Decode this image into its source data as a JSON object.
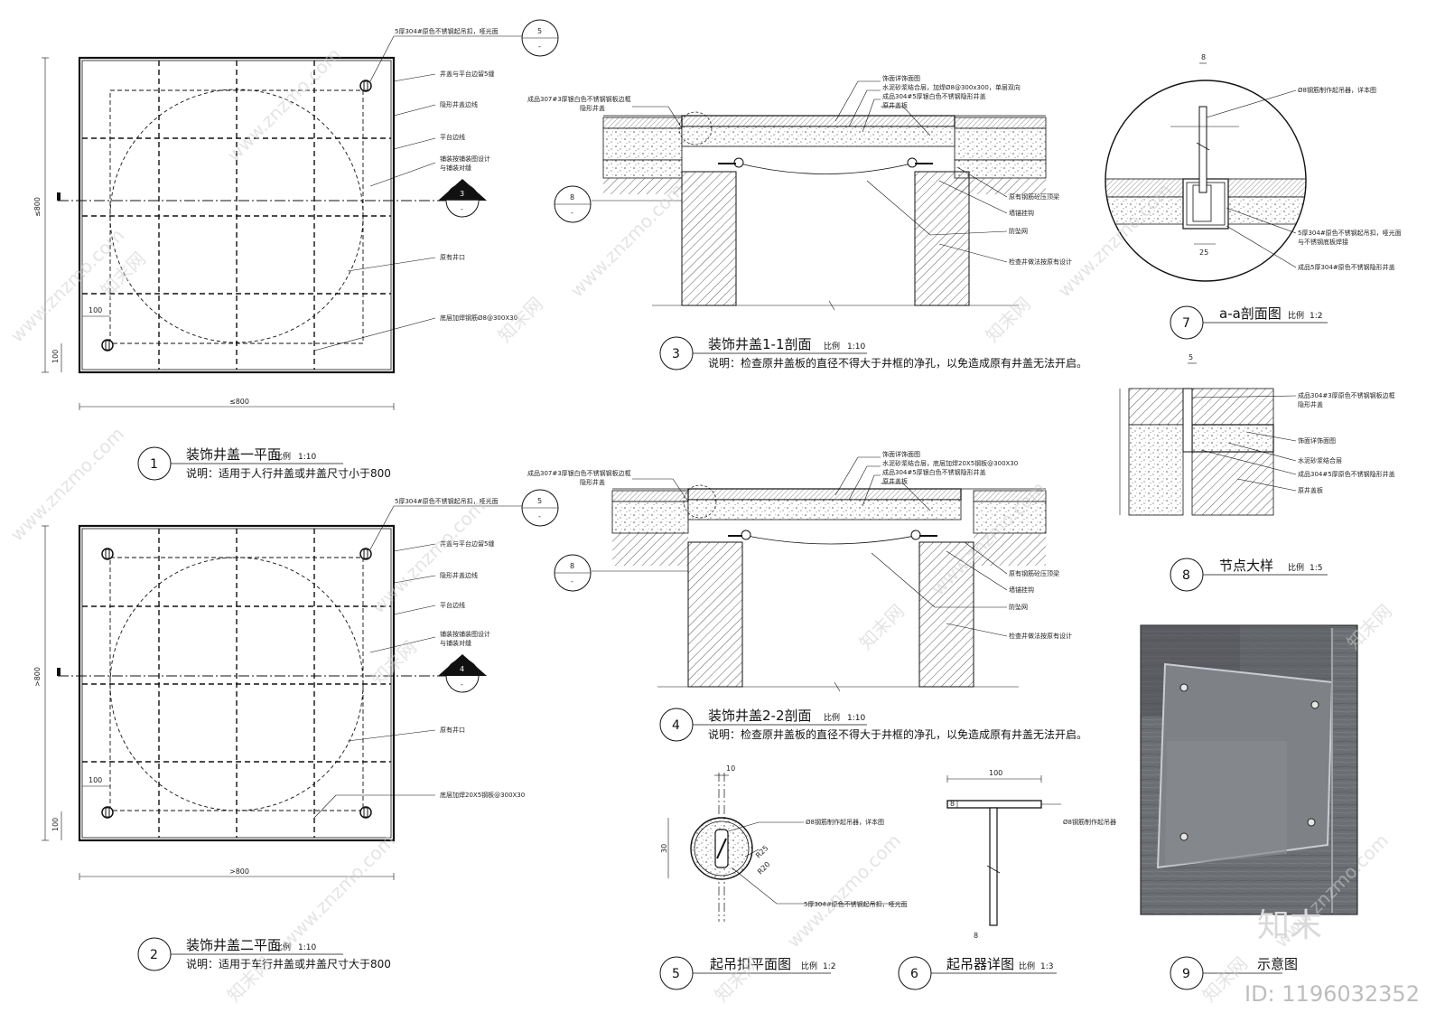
{
  "plan1": {
    "title": "装饰井盖一平面",
    "scale_label": "比例",
    "scale": "1:10",
    "note": "说明：适用于人行井盖或井盖尺寸小于800",
    "number": "1",
    "annotations": [
      "5厚304#原色不锈钢起吊扣，哑光面",
      "井盖与平台边留5缝",
      "隐形井盖边线",
      "平台边线",
      "铺装按铺装图设计",
      "与铺装对缝",
      "原有井口",
      "底层加焊钢筋Ø8@300X30"
    ],
    "dims": {
      "left": "≤800",
      "bottom": "≤800",
      "offset_x": "100",
      "offset_y": "100"
    },
    "callout_top": {
      "num": "5",
      "sub": "-"
    },
    "callout_side": {
      "num": "3",
      "sub": "-"
    }
  },
  "plan2": {
    "title": "装饰井盖二平面",
    "scale_label": "比例",
    "scale": "1:10",
    "note": "说明：适用于车行井盖或井盖尺寸大于800",
    "number": "2",
    "annotations": [
      "5厚304#原色不锈钢起吊扣，哑光面",
      "井盖与平台边留5缝",
      "隐形井盖边线",
      "平台边线",
      "铺装按铺装图设计",
      "与铺装对缝",
      "原有井口",
      "底层加焊20X5钢板@300X30"
    ],
    "dims": {
      "left": ">800",
      "bottom": ">800",
      "offset_x": "100",
      "offset_y": "100"
    },
    "callout_top": {
      "num": "5",
      "sub": "-"
    },
    "callout_side": {
      "num": "4",
      "sub": "-"
    }
  },
  "section1": {
    "title": "装饰井盖1-1剖面",
    "scale_label": "比例",
    "scale": "1:10",
    "note": "说明：检查原井盖板的直径不得大于井框的净孔，以免造成原有井盖无法开启。",
    "number": "3",
    "annotations_top": [
      "饰面详饰面图",
      "水泥砂浆结合层，加焊Ø8@300x300，单层双向",
      "成品304#5厚银白色不锈钢隐形井盖",
      "原井盖板"
    ],
    "annotation_left": [
      "成品307#3厚银白色不锈钢钢板边框",
      "隐形井盖"
    ],
    "annotations_right": [
      "原有钢筋砼压顶梁",
      "墙锚挂钩",
      "防坠网",
      "检查井做法按原有设计"
    ],
    "callout": {
      "num": "8",
      "sub": "-"
    }
  },
  "section2": {
    "title": "装饰井盖2-2剖面",
    "scale_label": "比例",
    "scale": "1:10",
    "note": "说明：检查原井盖板的直径不得大于井框的净孔，以免造成原有井盖无法开启。",
    "number": "4",
    "annotations_top": [
      "饰面详饰面图",
      "水泥砂浆结合层，底层加焊20X5钢板@300X30",
      "成品304#5厚银白色不锈钢隐形井盖",
      "原井盖板"
    ],
    "annotation_left": [
      "成品307#3厚银白色不锈钢钢板边框",
      "隐形井盖"
    ],
    "annotations_right": [
      "原有钢筋砼压顶梁",
      "墙锚挂钩",
      "防坠网",
      "检查井做法按原有设计"
    ],
    "callout": {
      "num": "8",
      "sub": "-"
    }
  },
  "detail5": {
    "title": "起吊扣平面图",
    "scale_label": "比例",
    "scale": "1:2",
    "number": "5",
    "annotations": [
      "Ø8钢筋制作起吊器，详本图",
      "5厚304#原色不锈钢起吊扣，哑光面"
    ],
    "dims": {
      "top": "10",
      "left": "30",
      "r1": "R25",
      "r2": "R20"
    }
  },
  "detail6": {
    "title": "起吊器详图",
    "scale_label": "比例",
    "scale": "1:3",
    "number": "6",
    "annotations": [
      "Ø8钢筋制作起吊器"
    ],
    "dims": {
      "top": "100",
      "left_top": "8",
      "left_bottom": "8"
    }
  },
  "detail7": {
    "title": "a-a剖面图",
    "scale_label": "比例",
    "scale": "1:2",
    "number": "7",
    "annotations": [
      "Ø8钢筋制作起吊器，详本图",
      "5厚304#原色不锈钢起吊扣，哑光面",
      "与不锈钢底板焊接",
      "成品5厚304#原色不锈钢隐形井盖"
    ],
    "dims": {
      "top": "8",
      "bottom": "25"
    }
  },
  "detail8": {
    "title": "节点大样",
    "scale_label": "比例",
    "scale": "1:5",
    "number": "8",
    "annotations": [
      "成品304#3厚原色不锈钢钢板边框",
      "隐形井盖",
      "饰面详饰面图",
      "水泥砂浆结合层",
      "成品304#5厚原色不锈钢隐形井盖",
      "原井盖板"
    ],
    "dims": {
      "top": "5"
    }
  },
  "detail9": {
    "title": "示意图",
    "number": "9"
  },
  "branding": {
    "logo_text": "知末",
    "id_text": "ID: 1196032352",
    "watermark": "www.znzmo.com",
    "watermark_brand": "知末网"
  }
}
